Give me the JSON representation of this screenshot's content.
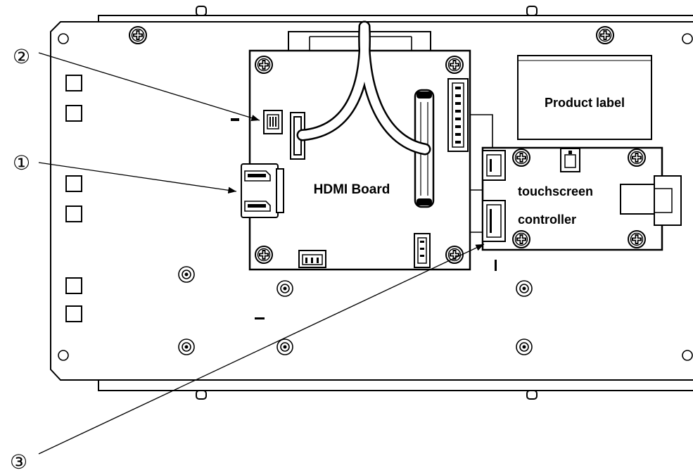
{
  "callouts": {
    "one": "①",
    "two": "②",
    "three": "③"
  },
  "labels": {
    "product_label": "Product label",
    "hdmi_board": "HDMI Board",
    "touchscreen_line1": "touchscreen",
    "touchscreen_line2": "controller"
  },
  "colors": {
    "ink": "#000000",
    "paper": "#ffffff"
  }
}
